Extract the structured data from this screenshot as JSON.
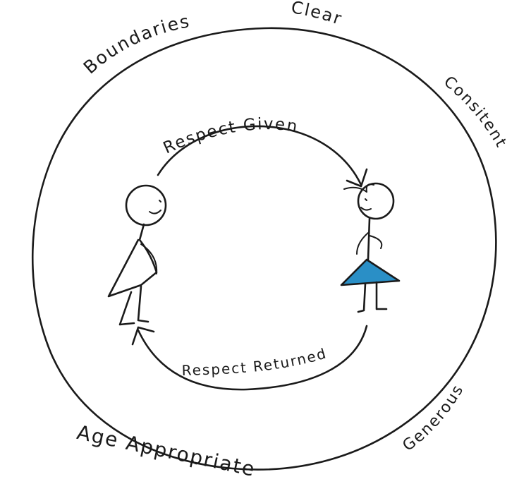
{
  "boundary_labels": {
    "boundaries": "Boundaries",
    "clear": "Clear",
    "consistent": "Consitent",
    "generous": "Generous",
    "age_appropriate": "Age Appropriate"
  },
  "arrows": {
    "given": "Respect Given",
    "returned": "Respect Returned"
  },
  "colors": {
    "ink": "#1a1a1a",
    "dress": "#2a8fc6",
    "background": "#ffffff"
  }
}
